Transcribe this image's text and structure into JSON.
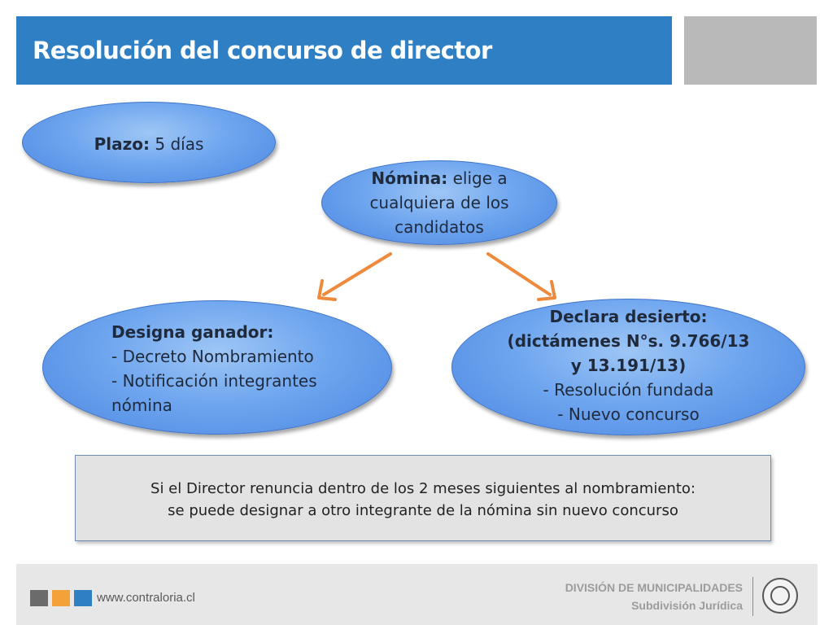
{
  "title": "Resolución del concurso de director",
  "plazo": {
    "bold": "Plazo:",
    "text": " 5 días"
  },
  "nomina": {
    "bold": "Nómina:",
    "text1": " elige a",
    "line2": "cualquiera de los",
    "line3": "candidatos"
  },
  "designa": {
    "title": "Designa ganador:",
    "line1": "- Decreto Nombramiento",
    "line2": "- Notificación integrantes",
    "line3": "nómina"
  },
  "declara": {
    "title": "Declara desierto:",
    "line1": "(dictámenes N°s. 9.766/13",
    "line2": "y 13.191/13)",
    "line3": "- Resolución fundada",
    "line4": "- Nuevo concurso"
  },
  "note": {
    "line1": "Si el Director renuncia dentro de los 2 meses siguientes al nombramiento:",
    "line2": "se  puede designar a otro integrante de la nómina sin nuevo concurso"
  },
  "footer": {
    "website": "www.contraloria.cl",
    "division": "DIVISIÓN DE MUNICIPALIDADES",
    "subdivision": "Subdivisión Jurídica"
  },
  "colors": {
    "title_bar": "#2e7fc3",
    "arrow": "#ef8a3c",
    "ellipse": "#6fa6ef"
  },
  "icons": {
    "arrow_left": "arrow-down-left-icon",
    "arrow_right": "arrow-down-right-icon",
    "seal": "contraloria-seal-icon"
  }
}
